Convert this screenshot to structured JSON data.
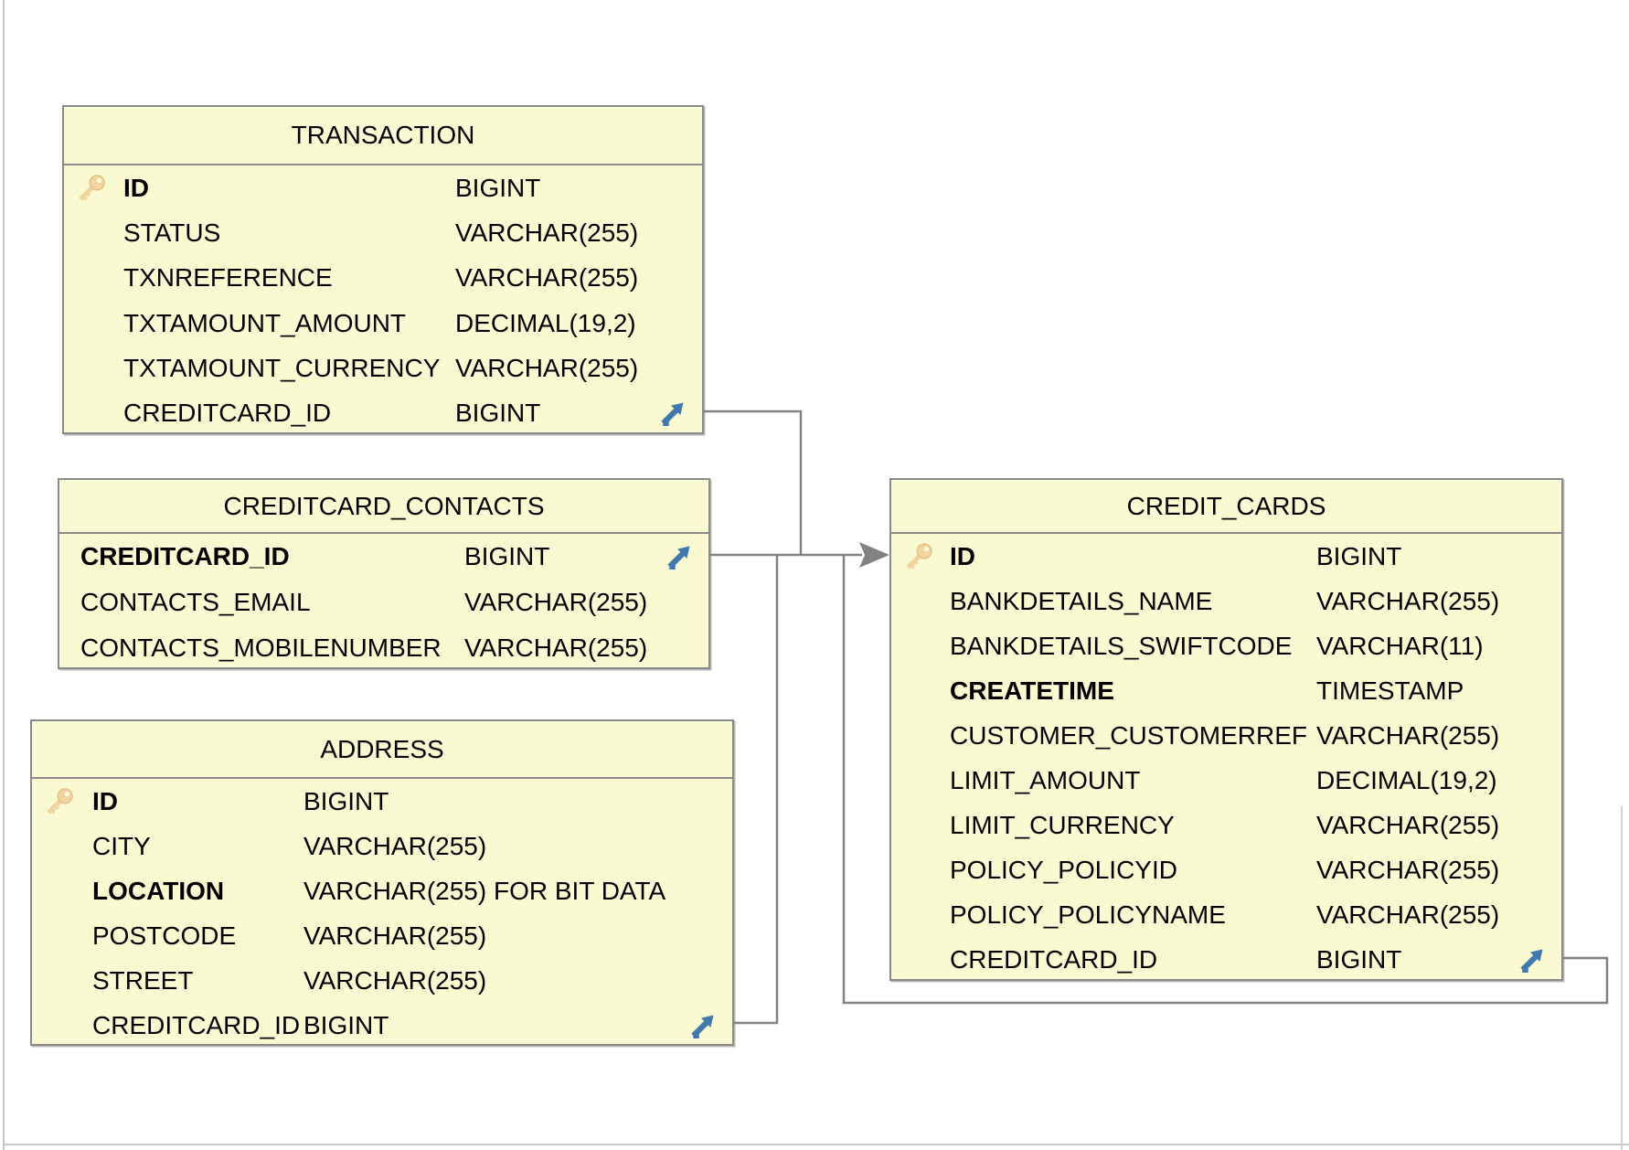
{
  "tables": [
    {
      "id": "transaction",
      "title": "TRANSACTION",
      "columns": [
        {
          "name": "ID",
          "type": "BIGINT",
          "pk": true,
          "bold": true
        },
        {
          "name": "STATUS",
          "type": "VARCHAR(255)"
        },
        {
          "name": "TXNREFERENCE",
          "type": "VARCHAR(255)"
        },
        {
          "name": "TXTAMOUNT_AMOUNT",
          "type": "DECIMAL(19,2)"
        },
        {
          "name": "TXTAMOUNT_CURRENCY",
          "type": "VARCHAR(255)"
        },
        {
          "name": "CREDITCARD_ID",
          "type": "BIGINT",
          "fk": true
        }
      ]
    },
    {
      "id": "creditcard_contacts",
      "title": "CREDITCARD_CONTACTS",
      "columns": [
        {
          "name": "CREDITCARD_ID",
          "type": "BIGINT",
          "bold": true,
          "fk": true
        },
        {
          "name": "CONTACTS_EMAIL",
          "type": "VARCHAR(255)"
        },
        {
          "name": "CONTACTS_MOBILENUMBER",
          "type": "VARCHAR(255)"
        }
      ]
    },
    {
      "id": "address",
      "title": "ADDRESS",
      "columns": [
        {
          "name": "ID",
          "type": "BIGINT",
          "pk": true,
          "bold": true
        },
        {
          "name": "CITY",
          "type": "VARCHAR(255)"
        },
        {
          "name": "LOCATION",
          "type": "VARCHAR(255) FOR BIT DATA",
          "bold": true
        },
        {
          "name": "POSTCODE",
          "type": "VARCHAR(255)"
        },
        {
          "name": "STREET",
          "type": "VARCHAR(255)"
        },
        {
          "name": "CREDITCARD_ID",
          "type": "BIGINT",
          "fk": true
        }
      ]
    },
    {
      "id": "credit_cards",
      "title": "CREDIT_CARDS",
      "columns": [
        {
          "name": "ID",
          "type": "BIGINT",
          "pk": true,
          "bold": true
        },
        {
          "name": "BANKDETAILS_NAME",
          "type": "VARCHAR(255)"
        },
        {
          "name": "BANKDETAILS_SWIFTCODE",
          "type": "VARCHAR(11)"
        },
        {
          "name": "CREATETIME",
          "type": "TIMESTAMP",
          "bold": true
        },
        {
          "name": "CUSTOMER_CUSTOMERREF",
          "type": "VARCHAR(255)"
        },
        {
          "name": "LIMIT_AMOUNT",
          "type": "DECIMAL(19,2)"
        },
        {
          "name": "LIMIT_CURRENCY",
          "type": "VARCHAR(255)"
        },
        {
          "name": "POLICY_POLICYID",
          "type": "VARCHAR(255)"
        },
        {
          "name": "POLICY_POLICYNAME",
          "type": "VARCHAR(255)"
        },
        {
          "name": "CREDITCARD_ID",
          "type": "BIGINT",
          "fk": true
        }
      ]
    }
  ],
  "relations": [
    {
      "from": "TRANSACTION.CREDITCARD_ID",
      "to": "CREDIT_CARDS.ID"
    },
    {
      "from": "CREDITCARD_CONTACTS.CREDITCARD_ID",
      "to": "CREDIT_CARDS.ID"
    },
    {
      "from": "ADDRESS.CREDITCARD_ID",
      "to": "CREDIT_CARDS.ID"
    },
    {
      "from": "CREDIT_CARDS.CREDITCARD_ID",
      "to": "CREDIT_CARDS.ID"
    }
  ],
  "icons": {
    "primary_key": "key-icon",
    "foreign_key": "arrow-up-right-icon"
  },
  "colors": {
    "table_fill": "#FAFAD2",
    "table_border": "#8A8A8A",
    "connector": "#828282",
    "key_icon": "#F2D59E",
    "fk_arrow": "#4278AE",
    "canvas_edge": "#C6C6C6"
  }
}
